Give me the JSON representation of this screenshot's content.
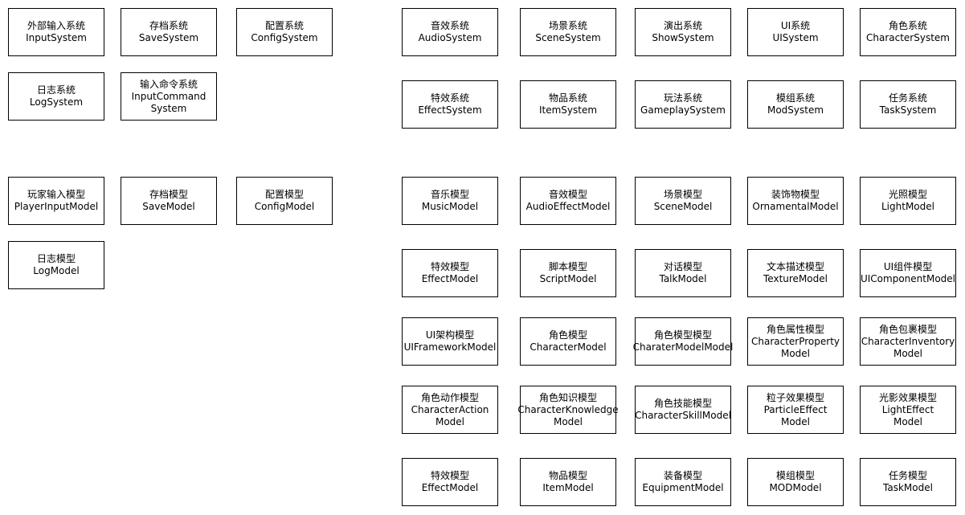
{
  "diagram": {
    "groups": [
      {
        "id": "systems-left",
        "boxes": [
          {
            "lines": [
              "外部输入系统",
              "InputSystem"
            ]
          },
          {
            "lines": [
              "存档系统",
              "SaveSystem"
            ]
          },
          {
            "lines": [
              "配置系统",
              "ConfigSystem"
            ]
          },
          {
            "lines": [
              "日志系统",
              "LogSystem"
            ]
          },
          {
            "lines": [
              "输入命令系统",
              "InputCommand",
              "System"
            ]
          }
        ]
      },
      {
        "id": "systems-right",
        "boxes": [
          {
            "lines": [
              "音效系统",
              "AudioSystem"
            ]
          },
          {
            "lines": [
              "场景系统",
              "SceneSystem"
            ]
          },
          {
            "lines": [
              "演出系统",
              "ShowSystem"
            ]
          },
          {
            "lines": [
              "UI系统",
              "UISystem"
            ]
          },
          {
            "lines": [
              "角色系统",
              "CharacterSystem"
            ]
          },
          {
            "lines": [
              "特效系统",
              "EffectSystem"
            ]
          },
          {
            "lines": [
              "物品系统",
              "ItemSystem"
            ]
          },
          {
            "lines": [
              "玩法系统",
              "GameplaySystem"
            ]
          },
          {
            "lines": [
              "模组系统",
              "ModSystem"
            ]
          },
          {
            "lines": [
              "任务系统",
              "TaskSystem"
            ]
          }
        ]
      },
      {
        "id": "models-left",
        "boxes": [
          {
            "lines": [
              "玩家输入模型",
              "PlayerInputModel"
            ]
          },
          {
            "lines": [
              "存档模型",
              "SaveModel"
            ]
          },
          {
            "lines": [
              "配置模型",
              "ConfigModel"
            ]
          },
          {
            "lines": [
              "日志模型",
              "LogModel"
            ]
          }
        ]
      },
      {
        "id": "models-right",
        "boxes": [
          {
            "lines": [
              "音乐模型",
              "MusicModel"
            ]
          },
          {
            "lines": [
              "音效模型",
              "AudioEffectModel"
            ]
          },
          {
            "lines": [
              "场景模型",
              "SceneModel"
            ]
          },
          {
            "lines": [
              "装饰物模型",
              "OrnamentalModel"
            ]
          },
          {
            "lines": [
              "光照模型",
              "LightModel"
            ]
          },
          {
            "lines": [
              "特效模型",
              "EffectModel"
            ]
          },
          {
            "lines": [
              "脚本模型",
              "ScriptModel"
            ]
          },
          {
            "lines": [
              "对话模型",
              "TalkModel"
            ]
          },
          {
            "lines": [
              "文本描述模型",
              "TextureModel"
            ]
          },
          {
            "lines": [
              "UI组件模型",
              "UIComponentModel"
            ]
          },
          {
            "lines": [
              "UI架构模型",
              "UIFrameworkModel"
            ]
          },
          {
            "lines": [
              "角色模型",
              "CharacterModel"
            ]
          },
          {
            "lines": [
              "角色模型模型",
              "CharaterModelModel"
            ]
          },
          {
            "lines": [
              "角色属性模型",
              "CharacterProperty",
              "Model"
            ]
          },
          {
            "lines": [
              "角色包裹模型",
              "CharacterInventory",
              "Model"
            ]
          },
          {
            "lines": [
              "角色动作模型",
              "CharacterAction",
              "Model"
            ]
          },
          {
            "lines": [
              "角色知识模型",
              "CharacterKnowledge",
              "Model"
            ]
          },
          {
            "lines": [
              "角色技能模型",
              "CharacterSkillModel"
            ]
          },
          {
            "lines": [
              "粒子效果模型",
              "ParticleEffect",
              "Model"
            ]
          },
          {
            "lines": [
              "光影效果模型",
              "LightEffect",
              "Model"
            ]
          },
          {
            "lines": [
              "特效模型",
              "EffectModel"
            ]
          },
          {
            "lines": [
              "物品模型",
              "ItemModel"
            ]
          },
          {
            "lines": [
              "装备模型",
              "EquipmentModel"
            ]
          },
          {
            "lines": [
              "模组模型",
              "MODModel"
            ]
          },
          {
            "lines": [
              "任务模型",
              "TaskModel"
            ]
          }
        ]
      }
    ]
  }
}
